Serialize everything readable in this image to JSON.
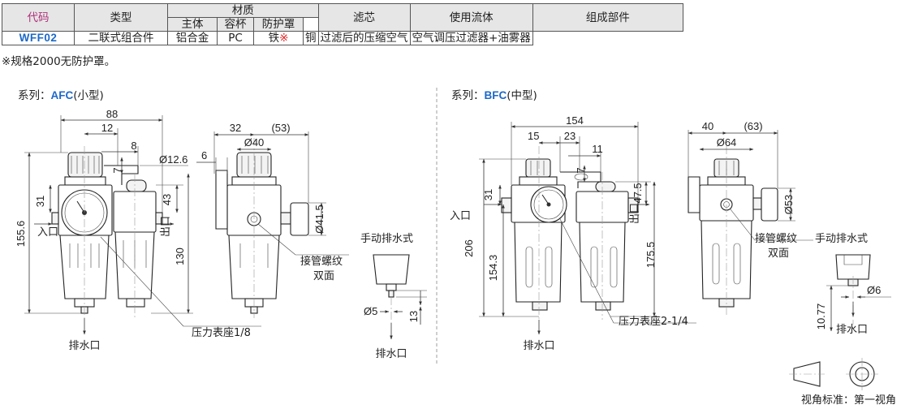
{
  "table": {
    "headers": {
      "code": "代码",
      "type": "类型",
      "material": "材质",
      "body": "主体",
      "bowl": "容杯",
      "guard": "防护罩",
      "element": "滤芯",
      "flow": "使用流体",
      "components": "组成部件"
    },
    "row": {
      "code": "WFF02",
      "type": "二联式组合件",
      "body": "铝合金",
      "bowl": "PC",
      "guard": "铁",
      "guard_mark": "※",
      "element": "铜",
      "flow": "过滤后的压缩空气",
      "components": "空气调压过滤器+油雾器"
    }
  },
  "note": "※规格2000无防护罩。",
  "series_afc": {
    "prefix": "系列：",
    "code": "AFC",
    "suffix": "(小型)"
  },
  "series_bfc": {
    "prefix": "系列：",
    "code": "BFC",
    "suffix": "(中型)"
  },
  "afc": {
    "dim_88": "88",
    "dim_12": "12",
    "dim_8": "8",
    "dim_7": "7",
    "dim_d126": "Ø12.6",
    "dim_31": "31",
    "dim_43": "43",
    "dim_1556": "155.6",
    "dim_130": "130",
    "inlet": "入口",
    "outlet": "出口",
    "drain": "排水口",
    "gauge": "压力表座1/8",
    "side_32": "32",
    "side_53": "(53)",
    "side_6": "6",
    "side_d40": "Ø40",
    "side_d415": "Ø41.5",
    "thread": "接管螺纹",
    "both_sides": "双面",
    "manual_drain": "手动排水式",
    "d5": "Ø5",
    "dim_13": "13",
    "drain2": "排水口"
  },
  "bfc": {
    "dim_154": "154",
    "dim_15": "15",
    "dim_23": "23",
    "dim_11": "11",
    "dim_7": "7",
    "dim_31": "31",
    "dim_475": "47.5",
    "dim_206": "206",
    "dim_1543": "154.3",
    "dim_1755": "175.5",
    "inlet": "入口",
    "outlet": "出口",
    "drain": "排水口",
    "gauge": "压力表座2-1/4",
    "side_40": "40",
    "side_63": "(63)",
    "side_d64": "Ø64",
    "side_d53": "Ø53",
    "thread": "接管螺纹",
    "both_sides": "双面",
    "manual_drain": "手动排水式",
    "d6": "Ø6",
    "dim_1077": "10.77",
    "drain2": "排水口"
  },
  "projection": "视角标准：第一视角"
}
